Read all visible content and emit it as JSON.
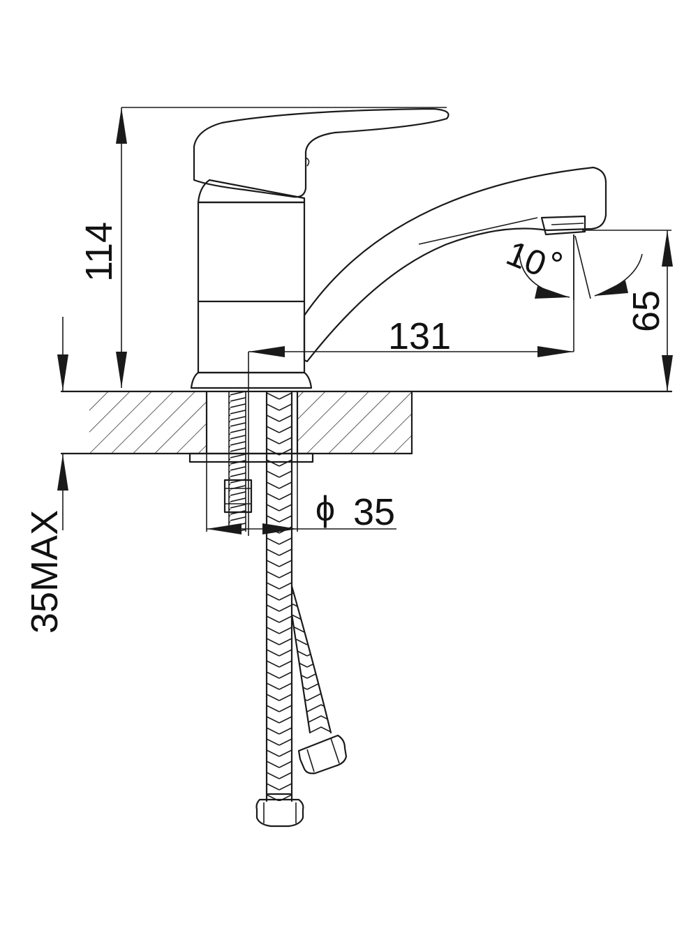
{
  "dimensions": {
    "height_total": "114",
    "spout_reach": "131",
    "spout_height": "65",
    "spray_angle": "10",
    "degree_mark": "°",
    "hole_diameter_symbol": "ϕ",
    "hole_diameter": "35",
    "counter_thickness": "35MAX"
  },
  "colors": {
    "line": "#1a1a1a",
    "background": "#ffffff"
  }
}
